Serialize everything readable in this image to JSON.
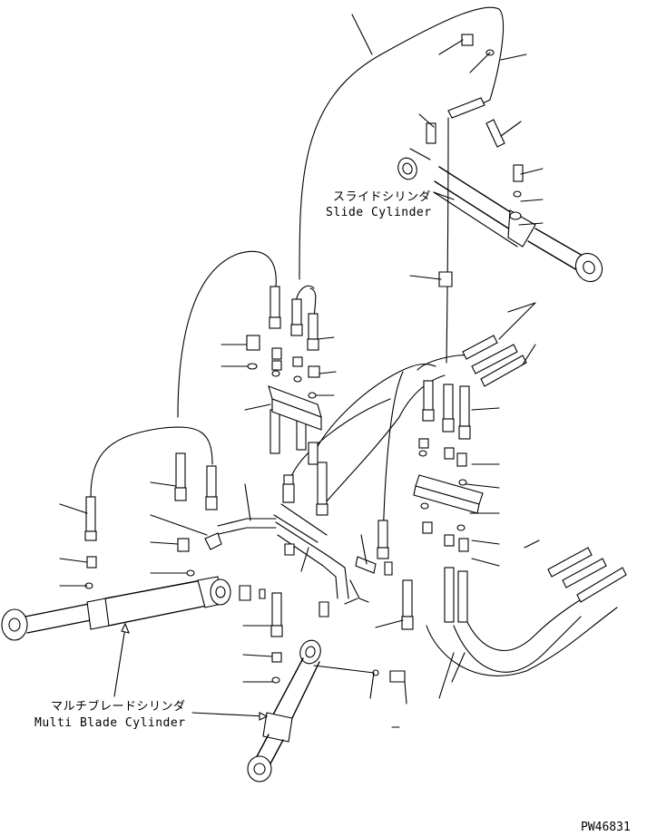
{
  "labels": {
    "slide_cylinder_jp": "スライドシリンダ",
    "slide_cylinder_en": "Slide Cylinder",
    "multi_blade_cylinder_jp": "マルチブレードシリンダ",
    "multi_blade_cylinder_en": "Multi Blade Cylinder"
  },
  "drawing_number": "PW46831"
}
